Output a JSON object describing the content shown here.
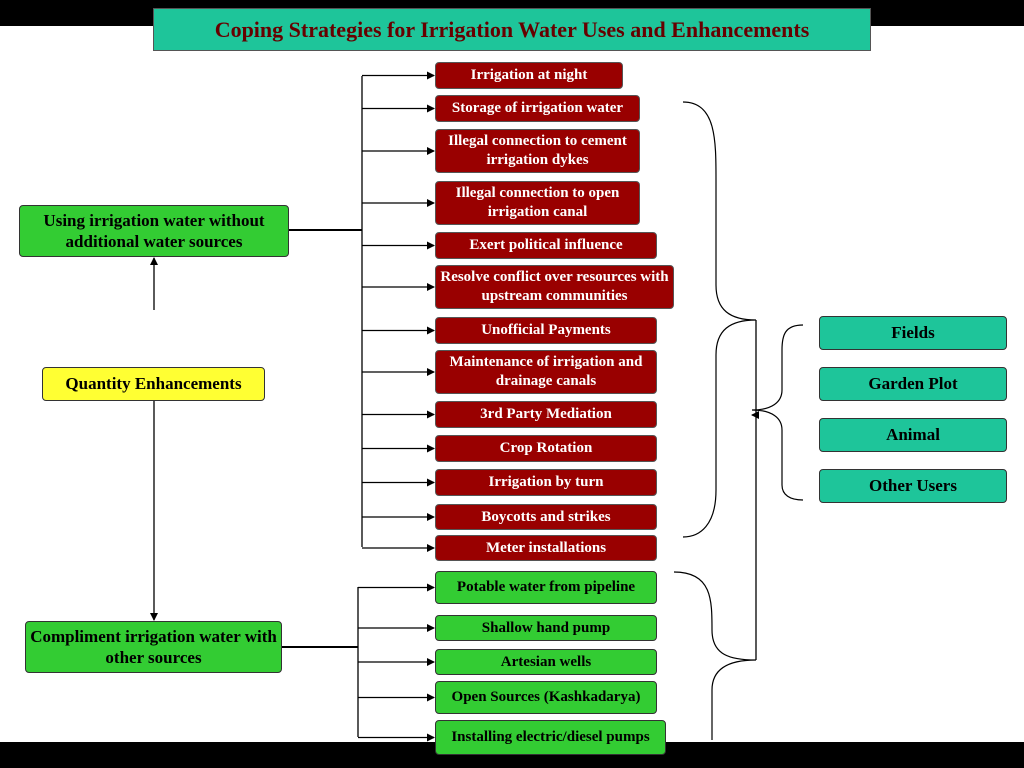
{
  "title": "Coping Strategies for Irrigation Water Uses and Enhancements",
  "center": {
    "label": "Quantity Enhancements"
  },
  "left_top": {
    "label": "Using irrigation water without additional water sources"
  },
  "left_bottom": {
    "label": "Compliment irrigation water with other sources"
  },
  "strategies_top": [
    "Irrigation at night",
    "Storage of irrigation water",
    "Illegal connection to cement irrigation dykes",
    "Illegal connection to open irrigation canal",
    "Exert political influence",
    "Resolve conflict over resources with upstream communities",
    "Unofficial Payments",
    "Maintenance of irrigation and drainage canals",
    "3rd Party Mediation",
    "Crop Rotation",
    "Irrigation by turn",
    "Boycotts and strikes",
    "Meter installations"
  ],
  "strategies_bottom": [
    "Potable water from pipeline",
    "Shallow hand pump",
    "Artesian wells",
    "Open Sources (Kashkadarya)",
    "Installing electric/diesel pumps"
  ],
  "uses": [
    "Fields",
    "Garden Plot",
    "Animal",
    "Other Users"
  ],
  "colors": {
    "title_bg": "#1ec59a",
    "title_text": "#660000",
    "strategy_red": "#990000",
    "strategy_green": "#33cc33",
    "use_teal": "#1ec59a",
    "center_yellow": "#ffff33"
  }
}
